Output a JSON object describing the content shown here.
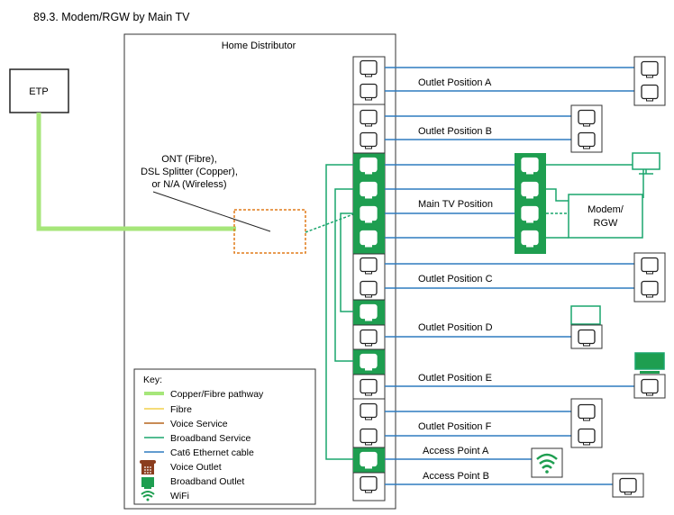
{
  "title": "89.3. Modem/RGW by Main TV",
  "home_distributor_label": "Home Distributor",
  "etp_label": "ETP",
  "ont_label": [
    "ONT (Fibre),",
    "DSL Splitter (Copper),",
    "or N/A (Wireless)"
  ],
  "modem_label": [
    "Modem/",
    "RGW"
  ],
  "positions": {
    "outlet_a": "Outlet Position A",
    "outlet_b": "Outlet Position B",
    "main_tv": "Main TV Position",
    "outlet_c": "Outlet Position C",
    "outlet_d": "Outlet Position D",
    "outlet_e": "Outlet Position E",
    "outlet_f": "Outlet Position F",
    "access_a": "Access Point A",
    "access_b": "Access Point B"
  },
  "key": {
    "title": "Key:",
    "items": [
      {
        "label": "Copper/Fibre pathway",
        "icon": "copper-fibre-pathway-line"
      },
      {
        "label": "Fibre",
        "icon": "fibre-line"
      },
      {
        "label": "Voice Service",
        "icon": "voice-service-line"
      },
      {
        "label": "Broadband Service",
        "icon": "broadband-service-line"
      },
      {
        "label": "Cat6 Ethernet cable",
        "icon": "cat6-cable-line"
      },
      {
        "label": "Voice Outlet",
        "icon": "telephone-icon"
      },
      {
        "label": "Broadband Outlet",
        "icon": "broadband-outlet-icon"
      },
      {
        "label": "WiFi",
        "icon": "wifi-icon"
      }
    ]
  },
  "colors": {
    "pathway": "#a6e67a",
    "fibre": "#f2d04b",
    "voice": "#b5651d",
    "broadband": "#1aa56d",
    "cat6": "#2e7bbf",
    "outlet_green": "#1e9e50",
    "ont_box": "#e07b1a"
  }
}
